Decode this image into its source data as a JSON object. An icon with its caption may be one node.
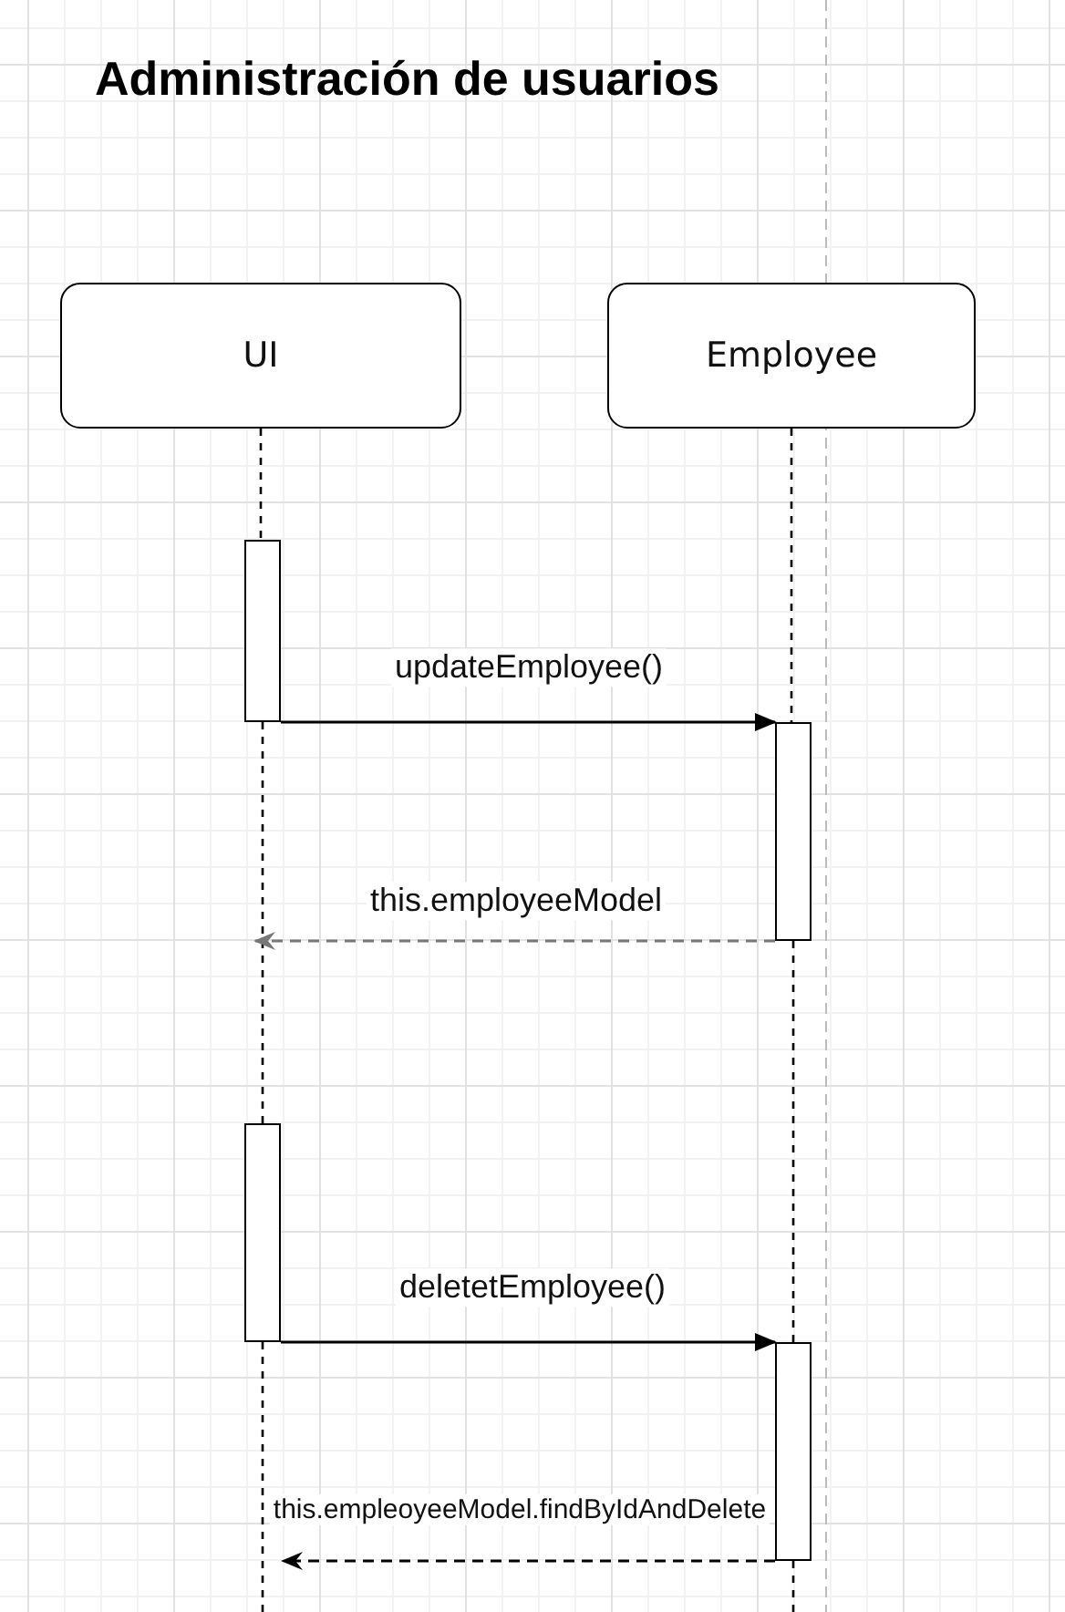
{
  "diagram": {
    "title": "Administración de usuarios",
    "nodes": [
      {
        "text": [
          "UI"
        ]
      },
      {
        "text": [
          "Employee"
        ]
      },
      {
        "text": [],
        "shape": "bar"
      },
      {
        "text": [],
        "shape": "bar"
      },
      {
        "text": [],
        "shape": "bar"
      },
      {
        "text": [],
        "shape": "bar"
      }
    ],
    "edges": [
      {
        "from": 0,
        "to": 2,
        "arrow": "none",
        "style": "dashed"
      },
      {
        "from": 2,
        "to": 4,
        "arrow": "none",
        "style": "dashed"
      },
      {
        "from": 1,
        "to": 3,
        "arrow": "none",
        "style": "dashed"
      },
      {
        "from": 3,
        "to": 5,
        "arrow": "none",
        "style": "dashed"
      },
      {
        "from": 2,
        "to": 3,
        "arrow": "to",
        "label": "updateEmployee()"
      },
      {
        "from": 3,
        "to": null,
        "arrow": "to",
        "label": "this.employeeModel",
        "style": "dashed",
        "color": "#777777"
      },
      {
        "from": 4,
        "to": 5,
        "arrow": "to",
        "label": "deletetEmployee()"
      },
      {
        "from": 5,
        "to": null,
        "arrow": "to",
        "label": "this.empleoyeeModel.findByIdAndDelete",
        "style": "dashed"
      }
    ]
  }
}
